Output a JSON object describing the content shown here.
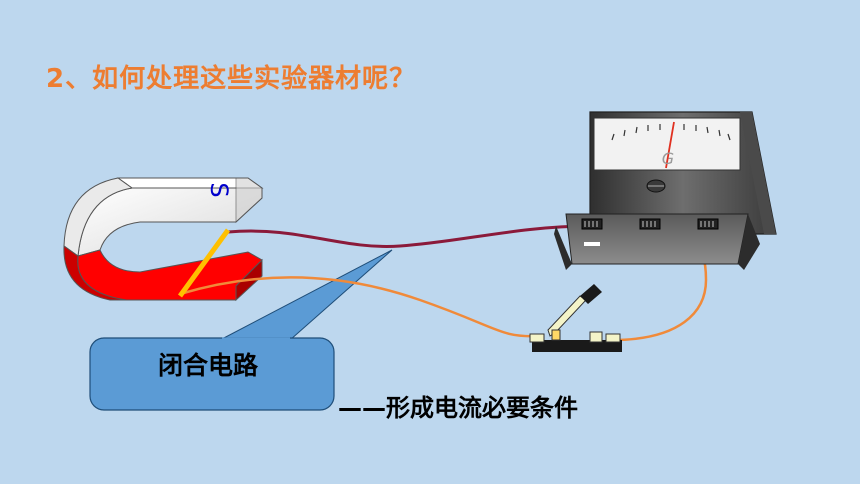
{
  "slide": {
    "title": "2、如何处理这些实验器材呢？",
    "callout_text": "闭合电路",
    "caption": "——形成电流必要条件"
  },
  "magnet": {
    "pole_label": "S",
    "pole_color": "#0000cc"
  },
  "galvanometer": {
    "dial_label": "G"
  },
  "colors": {
    "background": "#bdd7ee",
    "title": "#ed7d31",
    "magnet_red": "#ff0000",
    "wire_dark": "#8b1a3a",
    "wire_orange": "#f08a3a",
    "callout_fill": "#5b9bd5",
    "conductor_rod": "#ffc000"
  },
  "icons": [
    "horseshoe-magnet-icon",
    "galvanometer-icon",
    "knife-switch-icon"
  ]
}
